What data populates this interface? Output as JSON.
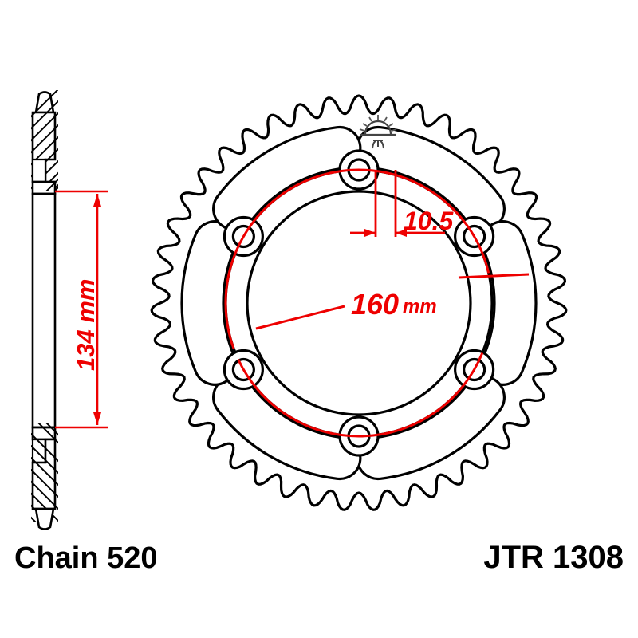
{
  "drawing": {
    "type": "engineering-drawing",
    "subject": "motorcycle rear sprocket",
    "part_number": "JTR 1308",
    "chain_label": "Chain 520",
    "background_color": "#ffffff",
    "line_color": "#000000",
    "dimension_color": "#ee0000",
    "logo": "sunrise-logo"
  },
  "dimensions": {
    "bolt_circle": {
      "value": "160",
      "unit": "mm",
      "label": "160 mm"
    },
    "bolt_hole": {
      "value": "10.5",
      "unit": "",
      "label": "10.5"
    },
    "center_bore": {
      "value": "134",
      "unit": "mm",
      "label": "134 mm",
      "orientation": "vertical"
    }
  },
  "views": {
    "side_view": {
      "name": "section-side-view",
      "description": "cross-section profile of sprocket"
    },
    "front_view": {
      "name": "front-face-view",
      "description": "front face of sprocket with teeth, bolt holes and lightening slots",
      "teeth_count": 43,
      "bolt_holes_count": 6,
      "slots_count": 6
    }
  },
  "captions": {
    "left": "Chain 520",
    "right": "JTR 1308"
  }
}
